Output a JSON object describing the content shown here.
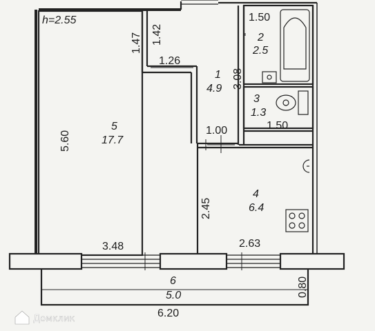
{
  "plan": {
    "ceiling_height": "h=2.55",
    "rooms": [
      {
        "number": "1",
        "area": "4.9"
      },
      {
        "number": "2",
        "area": "2.5"
      },
      {
        "number": "3",
        "area": "1.3"
      },
      {
        "number": "4",
        "area": "6.4"
      },
      {
        "number": "5",
        "area": "17.7"
      },
      {
        "number": "6",
        "area": "5.0"
      }
    ],
    "dimensions": {
      "d147": "1.47",
      "d142": "1.42",
      "d126": "1.26",
      "d308": "3.08",
      "d150a": "1.50",
      "d150b": "1.50",
      "d560": "5.60",
      "d100": "1.00",
      "d245": "2.45",
      "d348": "3.48",
      "d263": "2.63",
      "d080": "0.80",
      "d620": "6.20"
    }
  },
  "watermark": {
    "text": "Домклик",
    "icon": "house-logo-icon"
  },
  "colors": {
    "paper": "#f4f4f1",
    "lines": "#222222"
  }
}
